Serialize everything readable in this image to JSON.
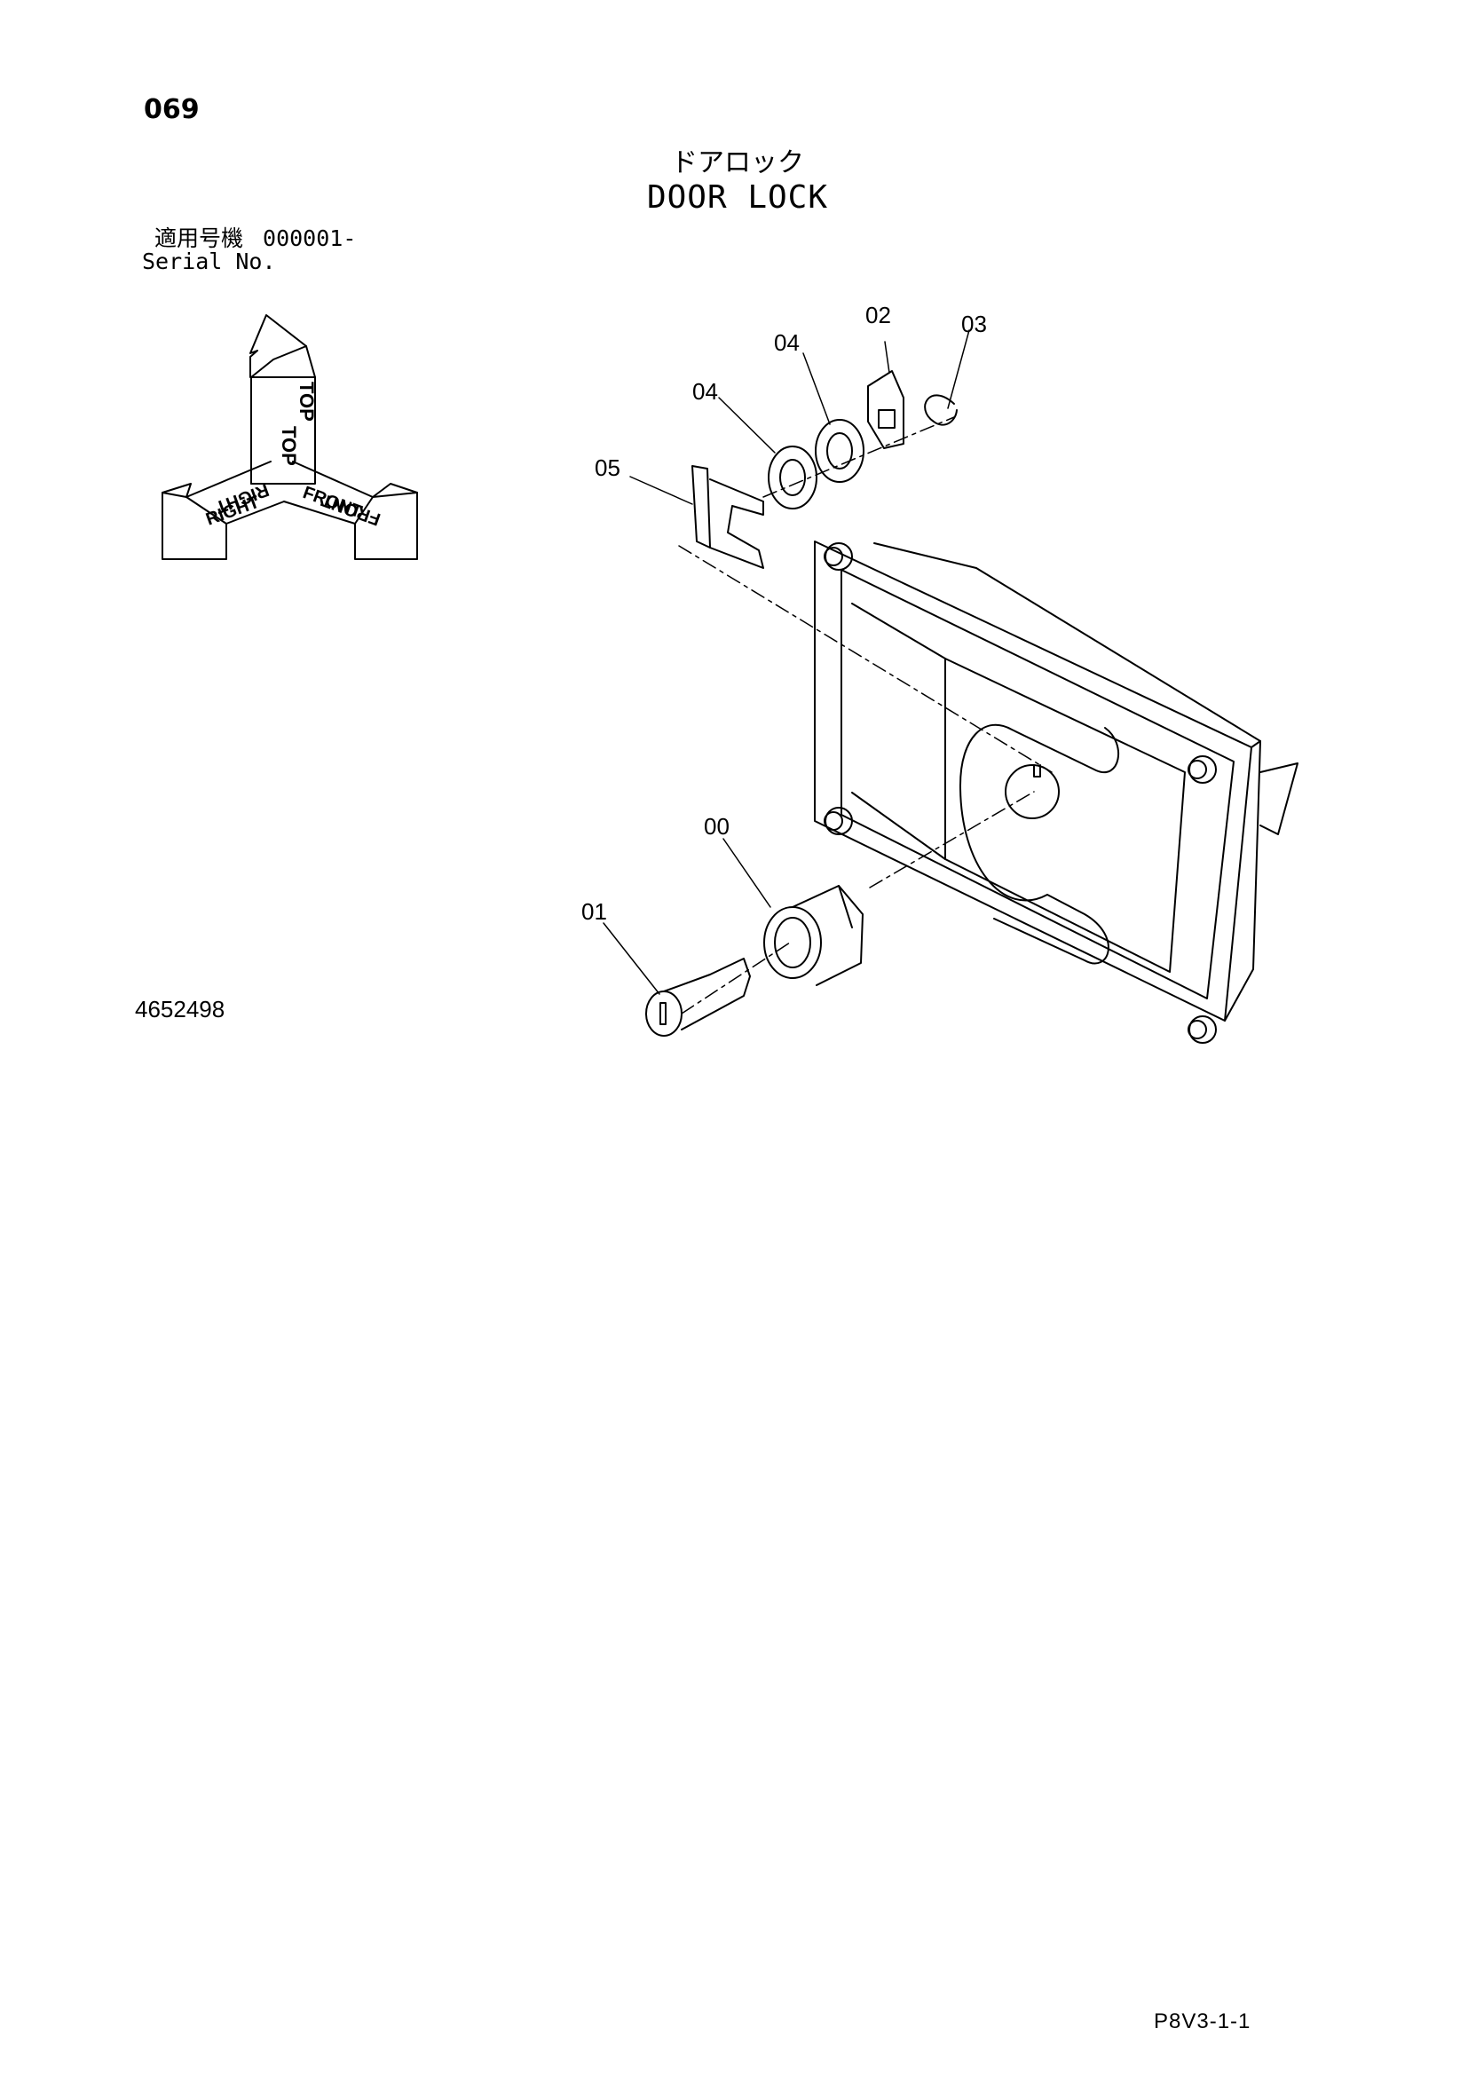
{
  "page_number": "069",
  "title_japanese": "ドアロック",
  "title_english": "DOOR LOCK",
  "serial": {
    "label_japanese": "適用号機",
    "value": "000001-",
    "label_english": "Serial No."
  },
  "orientation_labels": {
    "top": "TOP",
    "right": "RIGHT",
    "front": "FRONT"
  },
  "callouts": [
    "00",
    "01",
    "02",
    "03",
    "04",
    "04",
    "05"
  ],
  "diagram_code": "4652498",
  "footer_code": "P8V3-1-1"
}
